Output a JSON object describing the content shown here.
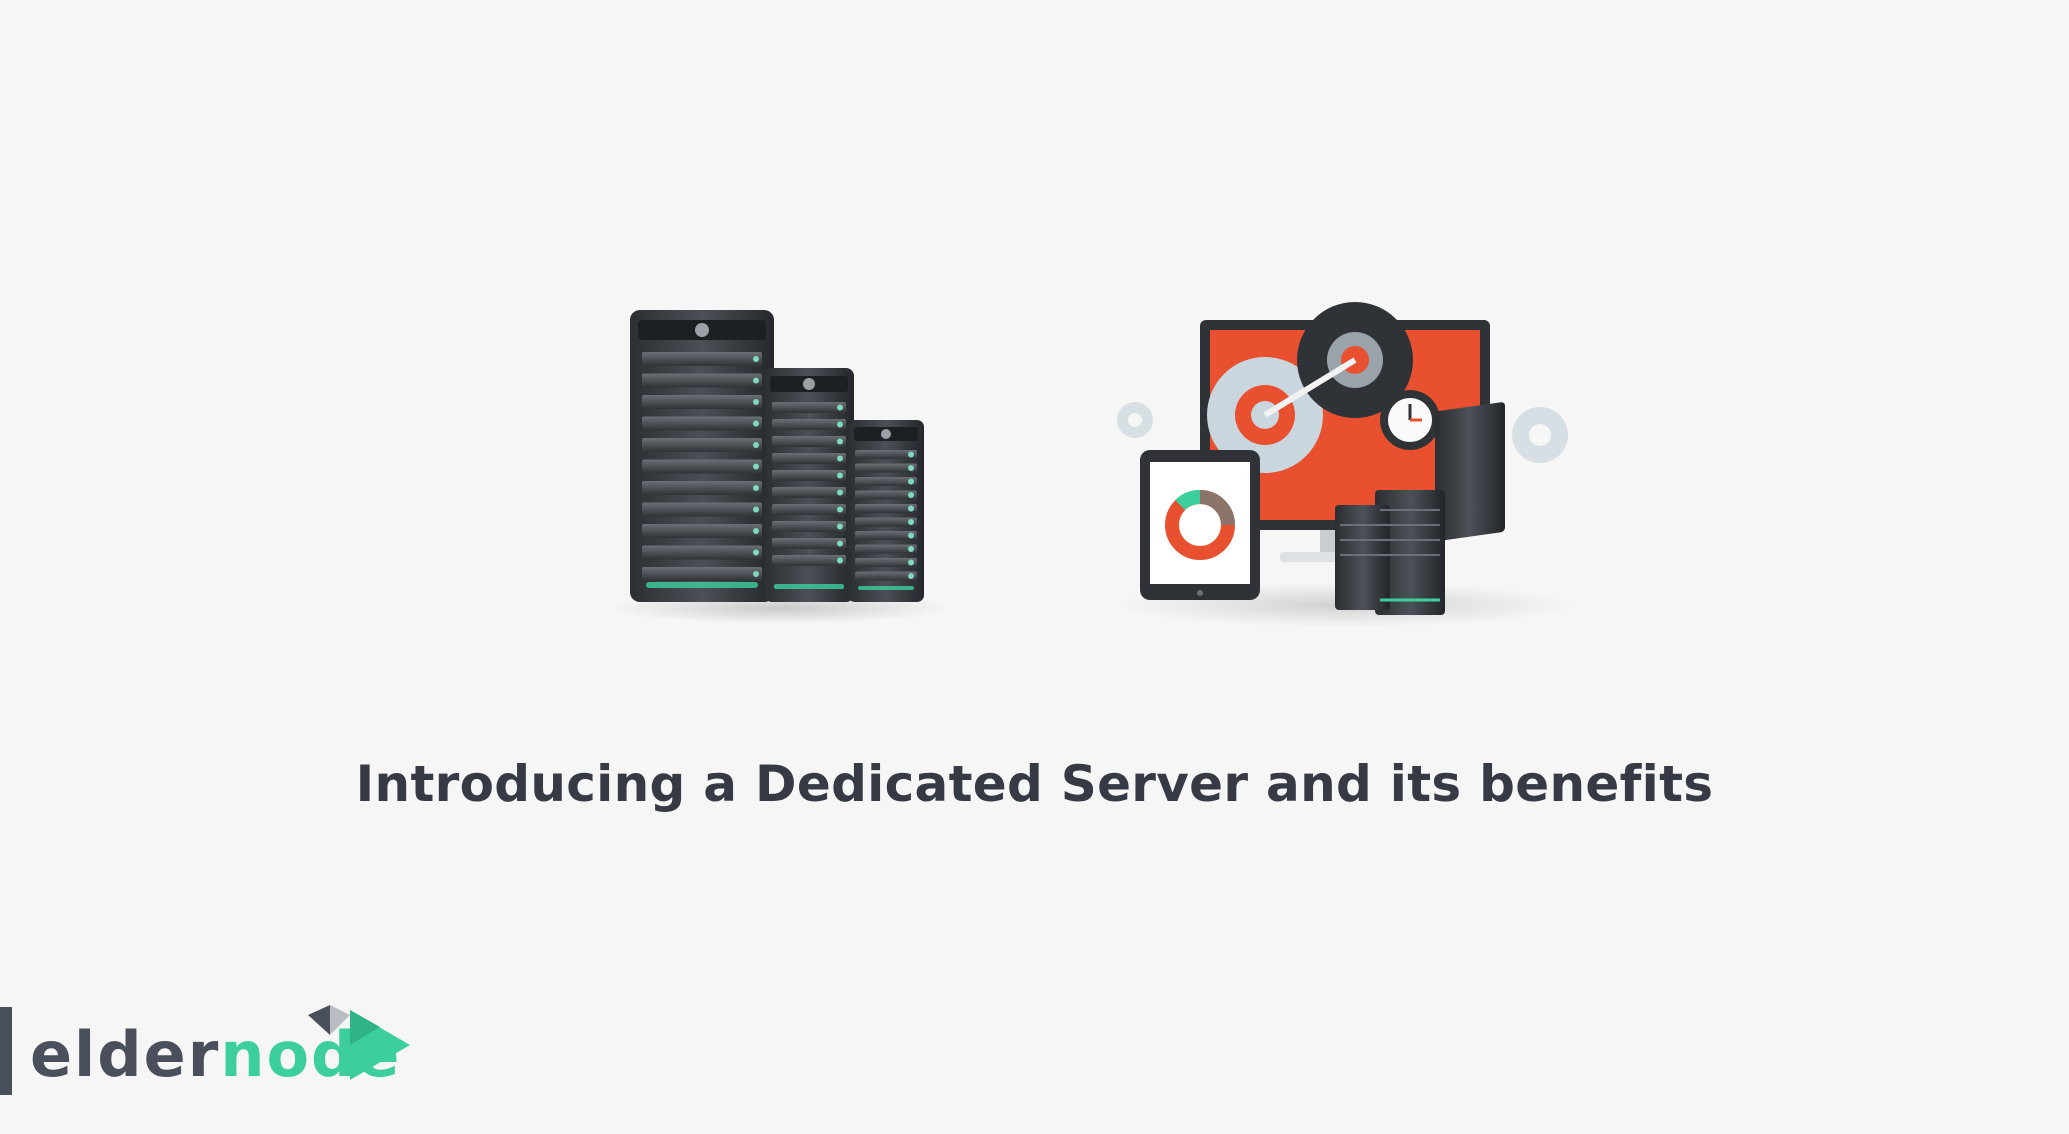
{
  "headline": "Introducing a Dedicated Server and its benefits",
  "logo": {
    "part1": "elder",
    "part2": "node"
  },
  "colors": {
    "background": "#f6f6f6",
    "headline": "#353a44",
    "logo_dark": "#4a4f5c",
    "logo_green": "#3ccf9c",
    "monitor_screen": "#e8502f"
  },
  "icons": [
    "server-rack-icon",
    "gear-icon",
    "clock-icon",
    "tablet-icon",
    "donut-chart-icon"
  ]
}
